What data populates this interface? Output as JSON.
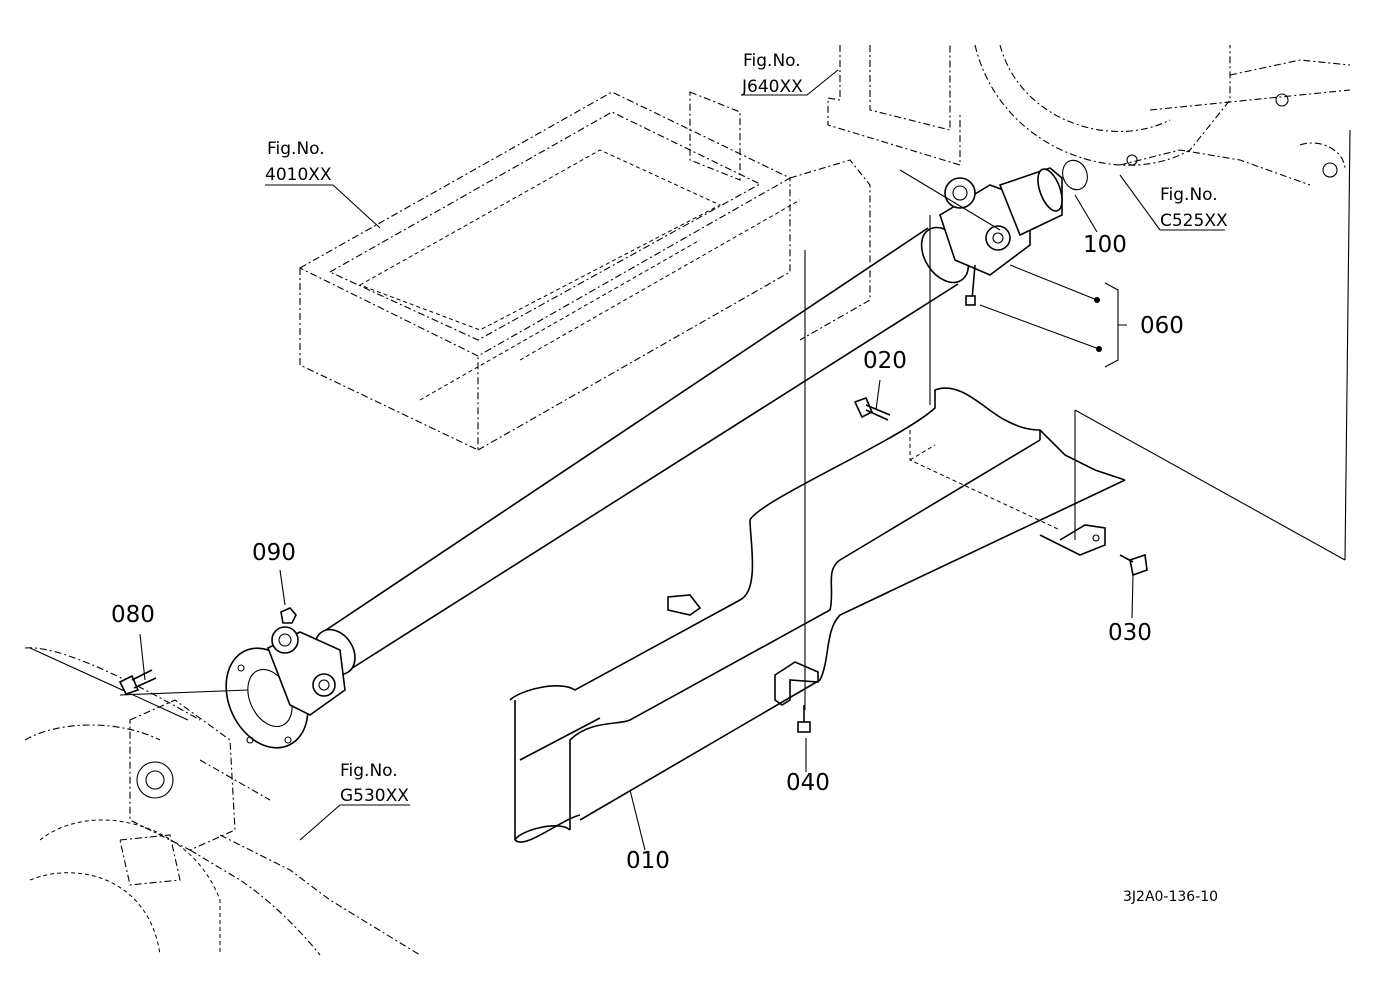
{
  "diagram": {
    "part_numbers": {
      "p010": "010",
      "p020": "020",
      "p030": "030",
      "p040": "040",
      "p060": "060",
      "p080": "080",
      "p090": "090",
      "p100": "100"
    },
    "figure_refs": [
      {
        "title": "Fig.No.",
        "code": "4010XX"
      },
      {
        "title": "Fig.No.",
        "code": "J640XX"
      },
      {
        "title": "Fig.No.",
        "code": "C525XX"
      },
      {
        "title": "Fig.No.",
        "code": "G530XX"
      }
    ],
    "drawing_code": "3J2A0-136-10"
  }
}
